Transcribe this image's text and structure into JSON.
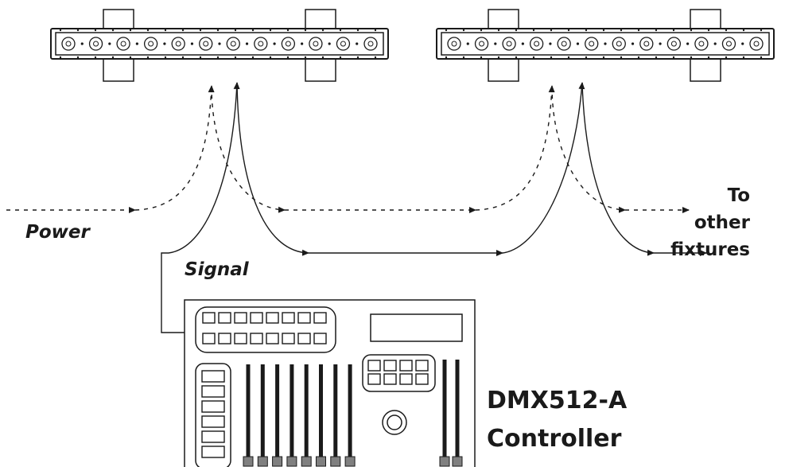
{
  "labels": {
    "power": "Power",
    "signal": "Signal",
    "destination": [
      "To",
      "other",
      "fixtures"
    ],
    "controller": [
      "DMX512-A",
      "Controller"
    ]
  },
  "colors": {
    "stroke": "#1a1a1a",
    "background": "#ffffff",
    "fader_cap": "#808080"
  },
  "fixtures": [
    {
      "name": "fixture-left",
      "lens_count": 12
    },
    {
      "name": "fixture-right",
      "lens_count": 12
    }
  ],
  "controller": {
    "top_button_rows": 2,
    "top_buttons_per_row": 8,
    "left_button_count": 6,
    "main_fader_count": 8,
    "keypad_rows": 2,
    "keypad_cols": 4,
    "master_fader_count": 2
  }
}
